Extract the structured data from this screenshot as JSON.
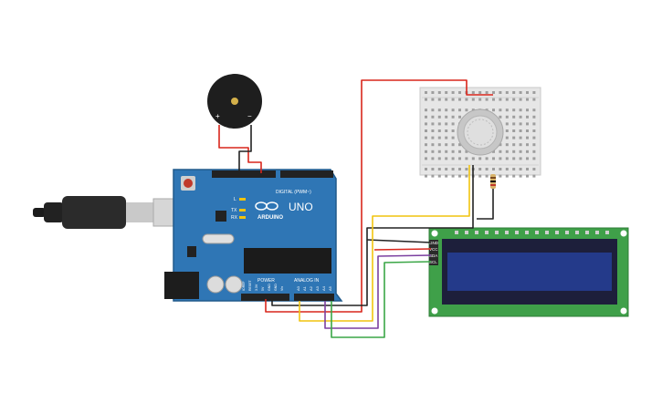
{
  "arduino": {
    "brand": "ARDUINO",
    "model": "UNO",
    "header_digital": "DIGITAL (PWM~)",
    "header_power": "POWER",
    "header_analog": "ANALOG IN",
    "led_l": "L",
    "led_tx": "TX",
    "led_rx": "RX",
    "analog_pins": [
      "A0",
      "A1",
      "A2",
      "A3",
      "A4",
      "A5"
    ],
    "power_pins": [
      "IOREF",
      "RESET",
      "3.3V",
      "5V",
      "GND",
      "GND",
      "Vin"
    ]
  },
  "buzzer": {
    "plus": "+",
    "minus": "−"
  },
  "lcd": {
    "pins": [
      "GND",
      "VCC",
      "SDA",
      "SCL"
    ]
  },
  "wire_colors": {
    "red": "#d9261c",
    "black": "#222222",
    "yellow": "#f1c40f",
    "purple": "#7b3fa0",
    "green": "#3aa646"
  }
}
